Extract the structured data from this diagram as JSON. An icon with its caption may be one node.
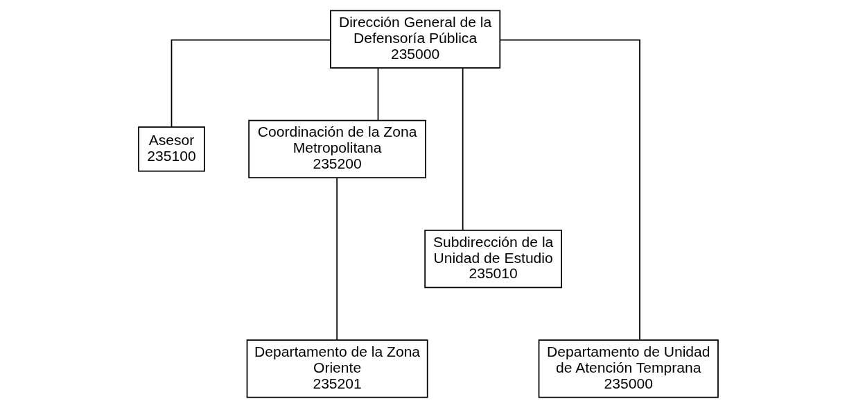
{
  "diagram": {
    "nodes": [
      {
        "text": [
          "Dirección General de la Defensoría Pública",
          "235000"
        ]
      },
      {
        "text": [
          "Asesor",
          "235100"
        ]
      },
      {
        "text": [
          "Coordinación de la Zona Metropolitana",
          "235200"
        ]
      },
      {
        "text": [
          "Subdirección de la Unidad de Estudio",
          "235010"
        ]
      },
      {
        "text": [
          "Departamento de Unidad de Atención Temprana",
          "235000"
        ]
      },
      {
        "text": [
          "Departamento de la Zona Oriente",
          "235201"
        ]
      }
    ],
    "edges": [
      {
        "from": 0,
        "to": 4,
        "arrow": "none"
      },
      {
        "from": 0,
        "to": 1,
        "arrow": "none"
      },
      {
        "from": 0,
        "to": 2,
        "arrow": "none"
      },
      {
        "from": 0,
        "to": 3,
        "arrow": "none"
      },
      {
        "from": 2,
        "to": 5,
        "arrow": "none"
      }
    ]
  }
}
